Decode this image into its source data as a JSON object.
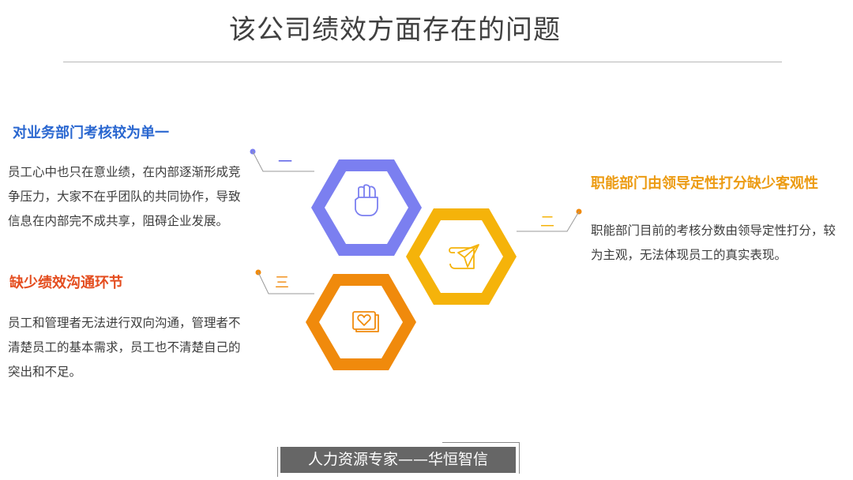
{
  "title": "该公司绩效方面存在的问题",
  "items": [
    {
      "numeral": "一",
      "heading": "对业务部门考核较为单一",
      "text": "员工心中也只在意业绩，在内部逐渐形成竞争压力，大家不在乎团队的共同协作，导致信息在内部完不成共享，阻碍企业发展。",
      "color": "#7b7ff0",
      "icon": "hand-icon"
    },
    {
      "numeral": "二",
      "heading": "职能部门由领导定性打分缺少客观性",
      "text": "职能部门目前的考核分数由领导定性打分，较为主观，无法体现员工的真实表现。",
      "color": "#f5b30a",
      "icon": "paper-plane-scroll-icon"
    },
    {
      "numeral": "三",
      "heading": "缺少绩效沟通环节",
      "text": "员工和管理者无法进行双向沟通，管理者不清楚员工的基本需求，员工也不清楚自己的突出和不足。",
      "color": "#f08a0c",
      "icon": "heart-card-icon"
    }
  ],
  "footer": "人力资源专家——华恒智信"
}
